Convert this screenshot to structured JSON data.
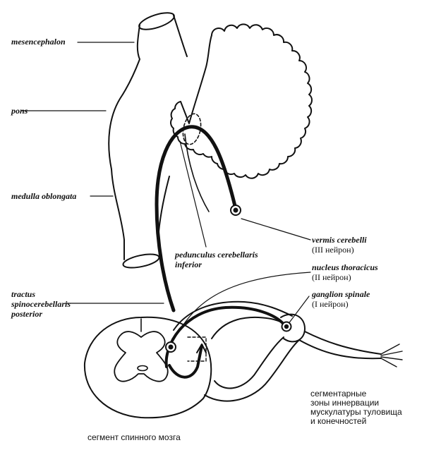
{
  "labels": {
    "mesencephalon": "mesencephalon",
    "pons": "pons",
    "medulla": "medulla oblongata",
    "peduncle_line1": "pedunculus cerebellaris",
    "peduncle_line2": "inferior",
    "tract_line1": "tractus",
    "tract_line2": "spinocerebellaris",
    "tract_line3": "posterior",
    "vermis_name": "vermis cerebelli",
    "vermis_neuron": "(III нейрон)",
    "thoracic_name": "nucleus thoracicus",
    "thoracic_neuron": "(II нейрон)",
    "ganglion_name": "ganglion spinale",
    "ganglion_neuron": "(I нейрон)",
    "zones_line1": "сегментарные",
    "zones_line2": "зоны иннервации",
    "zones_line3": "мускулатуры туловища",
    "zones_line4": "и конечностей",
    "segment_caption": "сегмент спинного мозга"
  },
  "colors": {
    "ink": "#111111",
    "background": "#ffffff"
  }
}
